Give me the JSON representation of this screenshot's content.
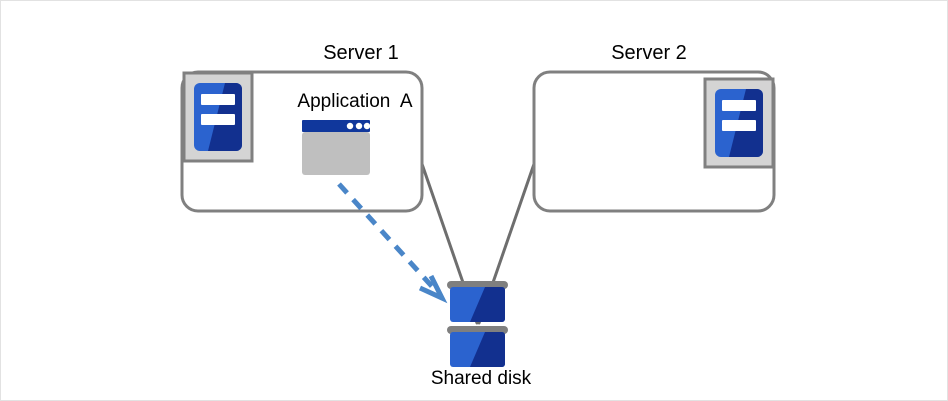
{
  "diagram": {
    "title_server1": "Server 1",
    "title_server2": "Server 2",
    "app_label": "Application  A",
    "disk_label": "Shared disk",
    "colors": {
      "box_border": "#808080",
      "connector": "#6e6e6e",
      "arrow": "#4a86c8",
      "icon_blue_light": "#2b63cf",
      "icon_blue_dark": "#12308f",
      "icon_frame_fill": "#d4d4d4",
      "icon_frame_border": "#808080",
      "window_titlebar": "#10379c",
      "window_body": "#bfbfbf",
      "disk_bar": "#7f7f7f",
      "page_border": "#e2e2e2",
      "background": "#ffffff",
      "text": "#000000"
    },
    "nodes": [
      {
        "id": "server-1",
        "label": "Server 1",
        "contains": [
          "server-icon",
          "application-a"
        ]
      },
      {
        "id": "server-2",
        "label": "Server 2",
        "contains": [
          "server-icon"
        ]
      },
      {
        "id": "shared-disk",
        "label": "Shared disk",
        "platters": 2
      }
    ],
    "connections": [
      {
        "from": "server-1",
        "to": "shared-disk",
        "style": "solid",
        "color": "#6e6e6e"
      },
      {
        "from": "server-2",
        "to": "shared-disk",
        "style": "solid",
        "color": "#6e6e6e"
      },
      {
        "from": "application-a",
        "to": "shared-disk",
        "style": "dashed",
        "color": "#4a86c8",
        "arrow": true
      }
    ],
    "icons": {
      "server": "server-icon",
      "application_window": "application-window-icon",
      "disk": "disk-icon",
      "arrow": "dashed-arrow-icon"
    }
  }
}
